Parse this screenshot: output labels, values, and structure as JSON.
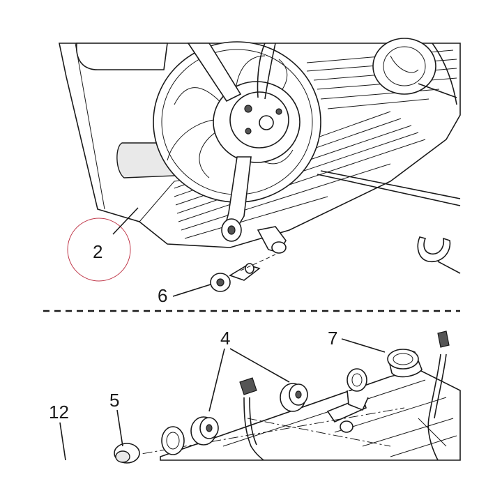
{
  "callouts": {
    "c2": "2",
    "c6": "6",
    "c4": "4",
    "c7": "7",
    "c5": "5",
    "c12": "12"
  },
  "colors": {
    "highlight_circle": "#c0394b",
    "line": "#1a1a1a"
  },
  "icons": [
    "radiator-fan-assembly",
    "mounting-bolt",
    "wire-clip",
    "harness-clip",
    "fan-switch-sensor",
    "rubber-grommet"
  ]
}
